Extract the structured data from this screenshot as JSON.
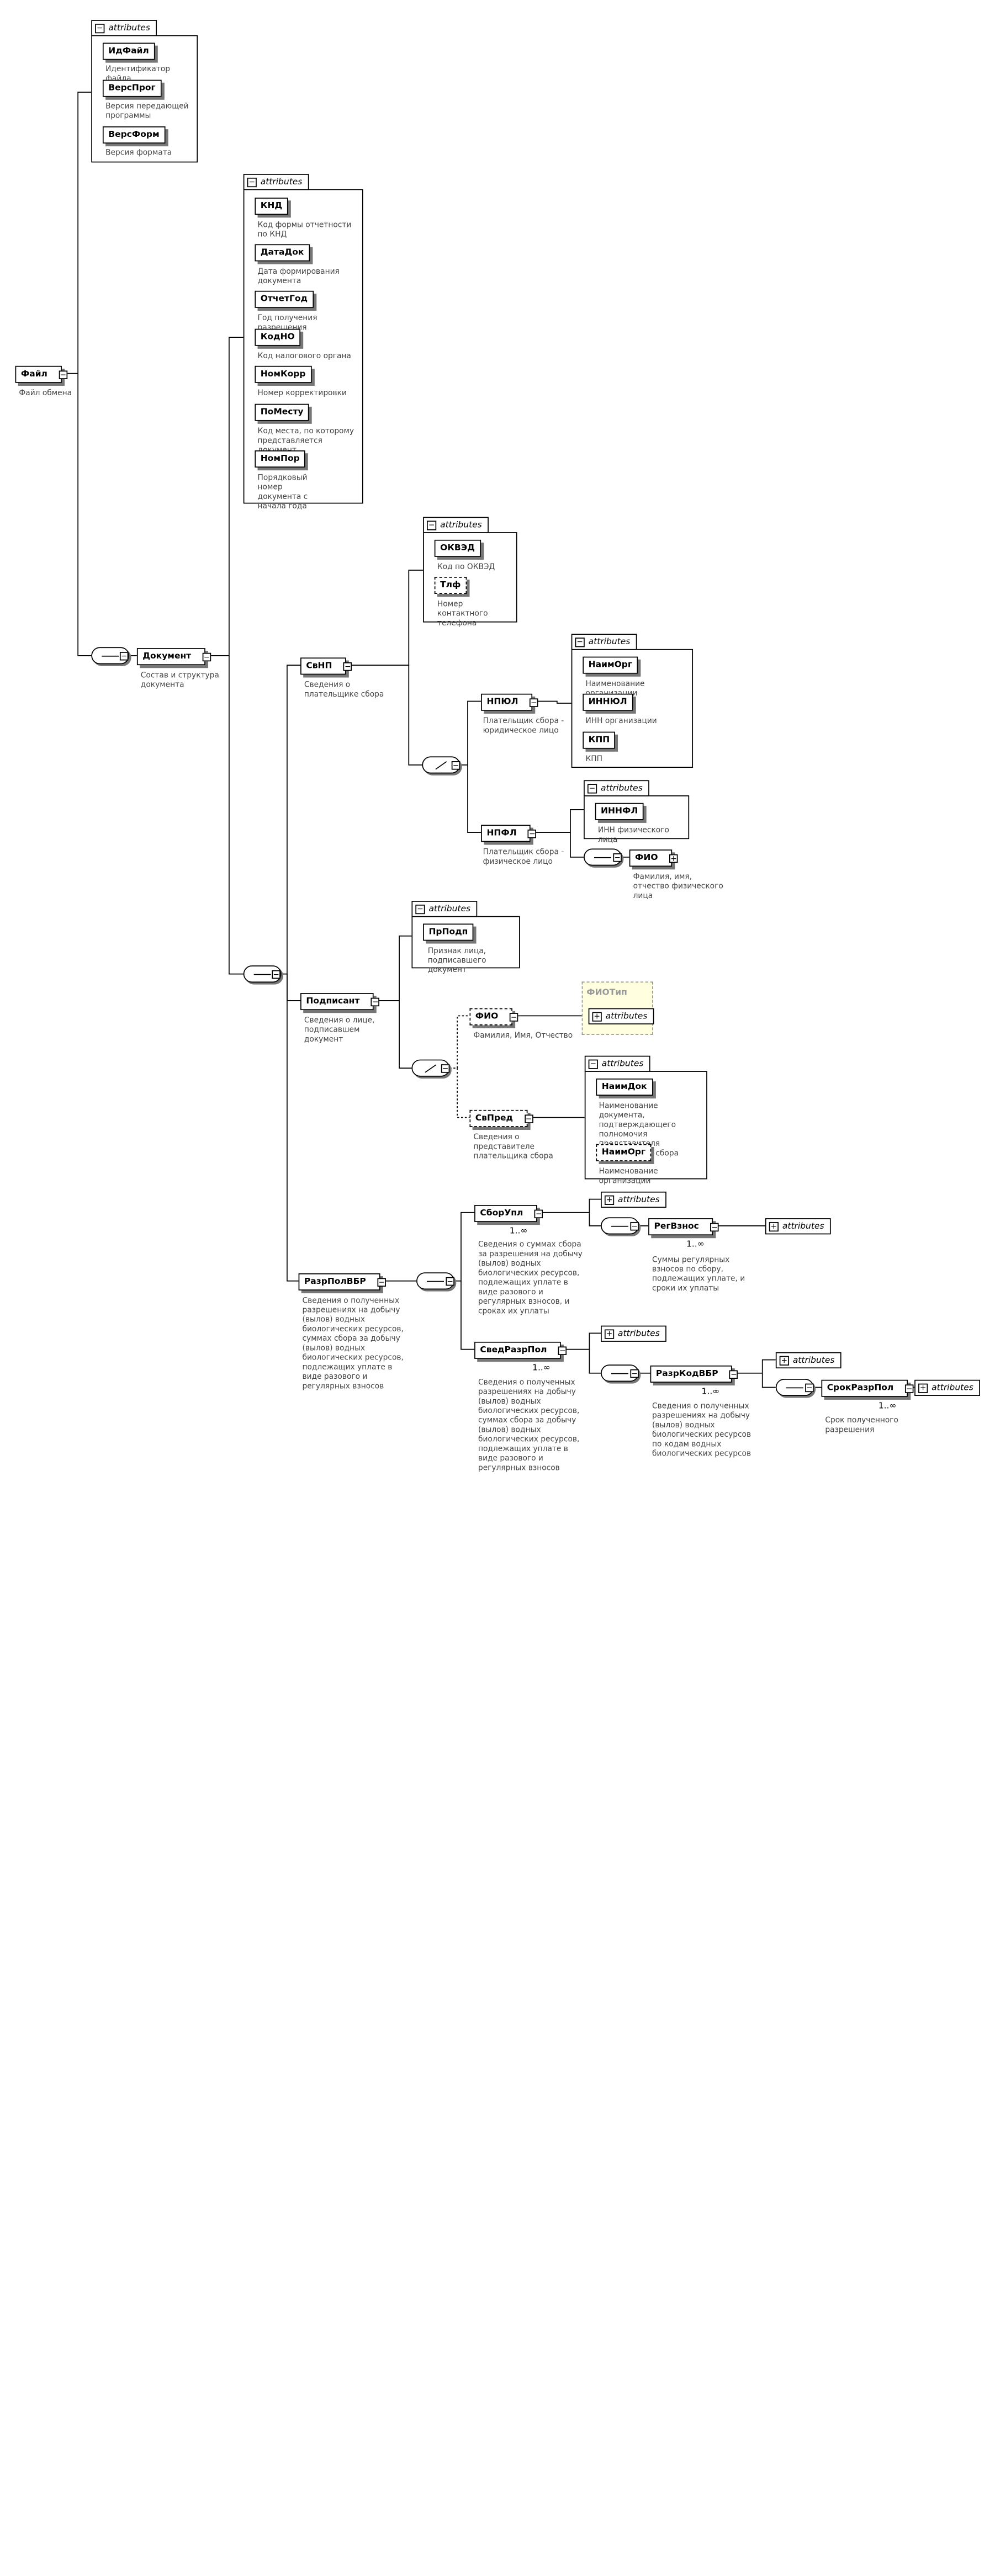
{
  "attributes_label": "attributes",
  "root": {
    "name": "Файл",
    "desc": "Файл обмена"
  },
  "root_attrs": [
    {
      "name": "ИдФайл",
      "desc": "Идентификатор файла"
    },
    {
      "name": "ВерсПрог",
      "desc": "Версия передающей программы"
    },
    {
      "name": "ВерсФорм",
      "desc": "Версия формата"
    }
  ],
  "document": {
    "name": "Документ",
    "desc": "Состав и структура документа"
  },
  "document_attrs": [
    {
      "name": "КНД",
      "desc": "Код формы отчетности по КНД"
    },
    {
      "name": "ДатаДок",
      "desc": "Дата формирования документа"
    },
    {
      "name": "ОтчетГод",
      "desc": "Год получения разрешения"
    },
    {
      "name": "КодНО",
      "desc": "Код налогового органа"
    },
    {
      "name": "НомКорр",
      "desc": "Номер корректировки"
    },
    {
      "name": "ПоМесту",
      "desc": "Код места, по которому представляется документ"
    },
    {
      "name": "НомПор",
      "desc": "Порядковый номер документа с начала года"
    }
  ],
  "svnp": {
    "name": "СвНП",
    "desc": "Сведения о плательщике сбора"
  },
  "svnp_attrs": [
    {
      "name": "ОКВЭД",
      "desc": "Код по ОКВЭД"
    },
    {
      "name": "Тлф",
      "desc": "Номер контактного телефона"
    }
  ],
  "npul": {
    "name": "НПЮЛ",
    "desc": "Плательщик сбора - юридическое лицо"
  },
  "npul_attrs": [
    {
      "name": "НаимОрг",
      "desc": "Наименование организации"
    },
    {
      "name": "ИННЮЛ",
      "desc": "ИНН организации"
    },
    {
      "name": "КПП",
      "desc": "КПП"
    }
  ],
  "npfl": {
    "name": "НПФЛ",
    "desc": "Плательщик сбора - физическое лицо"
  },
  "npfl_attrs": [
    {
      "name": "ИННФЛ",
      "desc": "ИНН физического лица"
    }
  ],
  "fio_fl": {
    "name": "ФИО",
    "desc": "Фамилия, имя, отчество физического лица"
  },
  "podpisant": {
    "name": "Подписант",
    "desc": "Сведения о лице, подписавшем документ"
  },
  "podpisant_attrs": [
    {
      "name": "ПрПодп",
      "desc": "Признак лица, подписавшего документ"
    }
  ],
  "fio_podp": {
    "name": "ФИО",
    "desc": "Фамилия, Имя, Отчество"
  },
  "fio_type": "ФИОТип",
  "svpred": {
    "name": "СвПред",
    "desc": "Сведения о представителе плательщика сбора"
  },
  "svpred_attrs": [
    {
      "name": "НаимДок",
      "desc": "Наименование документа, подтверждающего полномочия представителя плательщика сбора"
    },
    {
      "name": "НаимОрг",
      "desc": "Наименование организации"
    }
  ],
  "razrpol": {
    "name": "РазрПолВБР",
    "desc": "Сведения о полученных разрешениях на добычу (вылов) водных биологических ресурсов, суммах сбора за добычу (вылов) водных биологических ресурсов, подлежащих уплате в виде разового и регулярных взносов"
  },
  "sborupl": {
    "name": "СборУпл",
    "mult": "1..∞",
    "desc": "Сведения о суммах сбора за разрешения на добычу (вылов) водных биологических ресурсов, подлежащих уплате в виде разового и регулярных взносов, и сроках их уплаты"
  },
  "regvznos": {
    "name": "РегВзнос",
    "mult": "1..∞",
    "desc": "Суммы регулярных взносов по сбору, подлежащих уплате, и сроки их уплаты"
  },
  "svedrazrpol": {
    "name": "СведРазрПол",
    "mult": "1..∞",
    "desc": "Сведения о полученных разрешениях на добычу (вылов) водных биологических ресурсов, суммах сбора за добычу (вылов) водных биологических ресурсов, подлежащих уплате в виде разового и регулярных взносов"
  },
  "razrkodvbr": {
    "name": "РазрКодВБР",
    "mult": "1..∞",
    "desc": "Сведения о полученных разрешениях на добычу (вылов) водных биологических ресурсов по кодам водных биологических ресурсов"
  },
  "srokrazrpol": {
    "name": "СрокРазрПол",
    "mult": "1..∞",
    "desc": "Срок полученного разрешения"
  }
}
